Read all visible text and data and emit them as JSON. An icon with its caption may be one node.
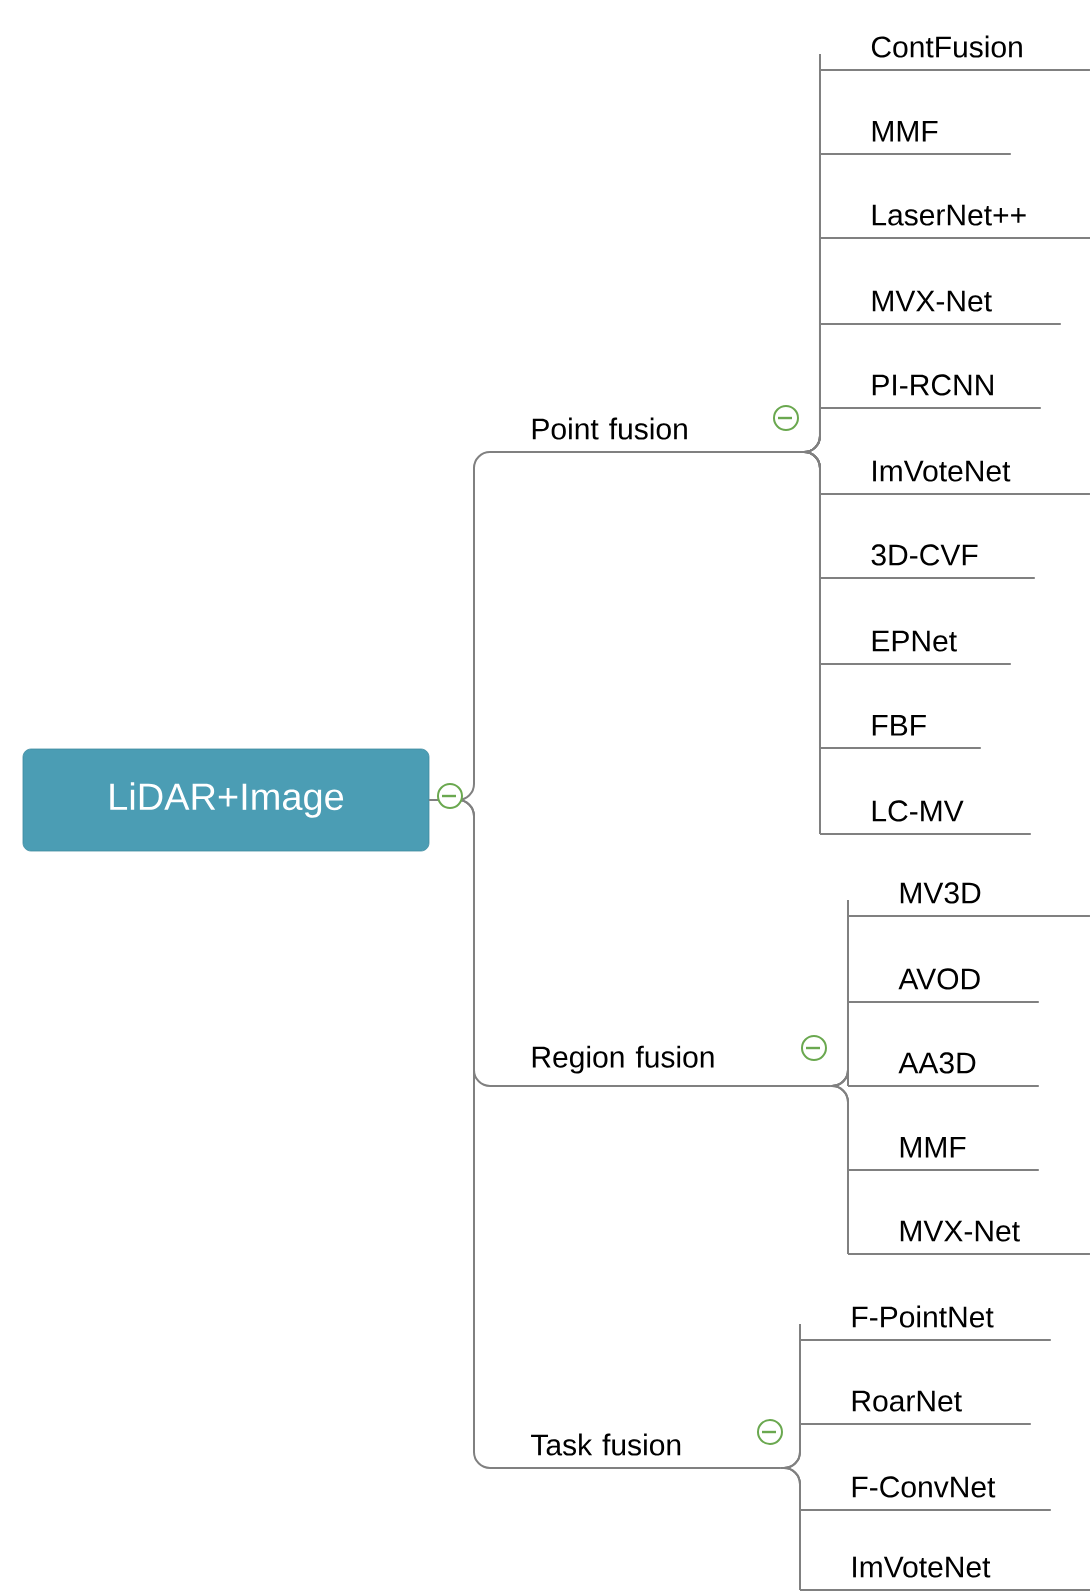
{
  "diagram": {
    "nodes": [
      {
        "text": [
          "LiDAR+Image"
        ]
      },
      {
        "text": [
          "Point fusion"
        ]
      },
      {
        "text": [
          "Region fusion"
        ]
      },
      {
        "text": [
          "Task fusion"
        ]
      },
      {
        "text": [
          "ContFusion"
        ]
      },
      {
        "text": [
          "MMF"
        ]
      },
      {
        "text": [
          "LaserNet++"
        ]
      },
      {
        "text": [
          "MVX-Net"
        ]
      },
      {
        "text": [
          "PI-RCNN"
        ]
      },
      {
        "text": [
          "ImVoteNet"
        ]
      },
      {
        "text": [
          "3D-CVF"
        ]
      },
      {
        "text": [
          "EPNet"
        ]
      },
      {
        "text": [
          "FBF"
        ]
      },
      {
        "text": [
          "LC-MV"
        ]
      },
      {
        "text": [
          "MV3D"
        ]
      },
      {
        "text": [
          "AVOD"
        ]
      },
      {
        "text": [
          "AA3D"
        ]
      },
      {
        "text": [
          "MMF"
        ]
      },
      {
        "text": [
          "MVX-Net"
        ]
      },
      {
        "text": [
          "F-PointNet"
        ]
      },
      {
        "text": [
          "RoarNet"
        ]
      },
      {
        "text": [
          "F-ConvNet"
        ]
      },
      {
        "text": [
          "ImVoteNet"
        ]
      }
    ],
    "edges": [
      {
        "from": 0,
        "to": 1,
        "arrow": "none"
      },
      {
        "from": 0,
        "to": 2,
        "arrow": "none"
      },
      {
        "from": 0,
        "to": 3,
        "arrow": "none"
      },
      {
        "from": 1,
        "to": 4,
        "arrow": "none"
      },
      {
        "from": 1,
        "to": 5,
        "arrow": "none"
      },
      {
        "from": 1,
        "to": 6,
        "arrow": "none"
      },
      {
        "from": 1,
        "to": 7,
        "arrow": "none"
      },
      {
        "from": 1,
        "to": 8,
        "arrow": "none"
      },
      {
        "from": 1,
        "to": 9,
        "arrow": "none"
      },
      {
        "from": 1,
        "to": 10,
        "arrow": "none"
      },
      {
        "from": 1,
        "to": 11,
        "arrow": "none"
      },
      {
        "from": 1,
        "to": 12,
        "arrow": "none"
      },
      {
        "from": 1,
        "to": 13,
        "arrow": "none"
      },
      {
        "from": 2,
        "to": 14,
        "arrow": "none"
      },
      {
        "from": 2,
        "to": 15,
        "arrow": "none"
      },
      {
        "from": 2,
        "to": 16,
        "arrow": "none"
      },
      {
        "from": 2,
        "to": 17,
        "arrow": "none"
      },
      {
        "from": 2,
        "to": 18,
        "arrow": "none"
      },
      {
        "from": 3,
        "to": 19,
        "arrow": "none"
      },
      {
        "from": 3,
        "to": 20,
        "arrow": "none"
      },
      {
        "from": 3,
        "to": 21,
        "arrow": "none"
      },
      {
        "from": 3,
        "to": 22,
        "arrow": "none"
      }
    ]
  }
}
